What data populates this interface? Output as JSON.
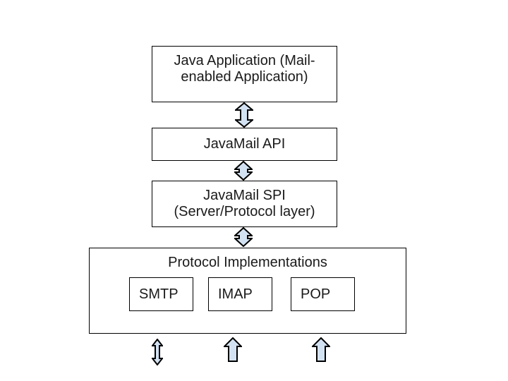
{
  "diagram": {
    "layers": {
      "java_application": {
        "line1": "Java Application (Mail-",
        "line2": "enabled Application)"
      },
      "javamail_api": {
        "label": "JavaMail API"
      },
      "javamail_spi": {
        "line1": "JavaMail SPI",
        "line2": "(Server/Protocol layer)"
      },
      "protocol_implementations": {
        "title": "Protocol Implementations",
        "protocols": [
          "SMTP",
          "IMAP",
          "POP"
        ]
      }
    },
    "connectors": [
      "double-arrow-vertical-icon (app ↔ api)",
      "double-arrow-vertical-short-icon (api ↔ spi)",
      "double-arrow-vertical-short-icon (spi ↔ implementations)",
      "double-arrow-vertical-icon (below SMTP)",
      "up-arrow-icon (below IMAP)",
      "up-arrow-icon (below POP)"
    ],
    "colors": {
      "background": "#ffffff",
      "box_fill": "#ffffff",
      "box_border": "#000000",
      "arrow_fill": "#d3e2f2",
      "arrow_stroke": "#000000",
      "text": "#1a1a1a"
    }
  }
}
